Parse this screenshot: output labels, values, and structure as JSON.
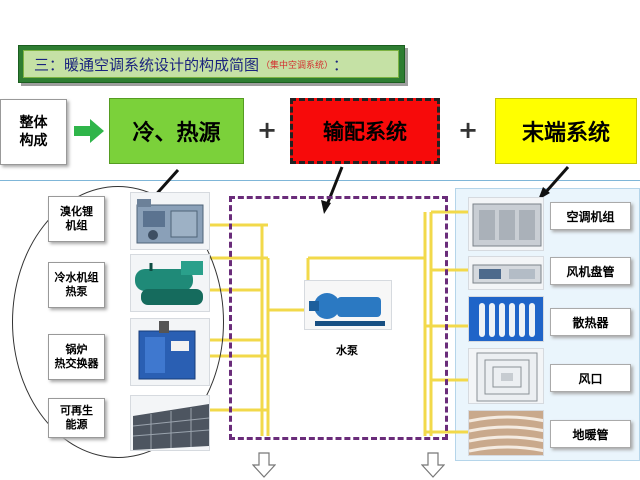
{
  "title": {
    "text": "三：暖通空调系统设计的构成简图",
    "note": "（集中空调系统）",
    "suffix": "："
  },
  "composition": {
    "label_line1": "整体",
    "label_line2": "构成",
    "heat_source": "冷、热源",
    "distribution": "输配系统",
    "terminal": "末端系统",
    "plus": "+"
  },
  "sources": [
    {
      "line1": "溴化锂",
      "line2": "机组",
      "icon": "chiller-icon"
    },
    {
      "line1": "冷水机组",
      "line2": "热泵",
      "icon": "heat-pump-icon"
    },
    {
      "line1": "锅炉",
      "line2": "热交换器",
      "icon": "boiler-icon"
    },
    {
      "line1": "可再生",
      "line2": "能源",
      "icon": "solar-panel-icon"
    }
  ],
  "pump": {
    "label": "水泵",
    "icon": "water-pump-icon"
  },
  "terminals": [
    {
      "label": "空调机组",
      "icon": "ahu-icon"
    },
    {
      "label": "风机盘管",
      "icon": "fan-coil-icon"
    },
    {
      "label": "散热器",
      "icon": "radiator-icon"
    },
    {
      "label": "风口",
      "icon": "air-vent-icon"
    },
    {
      "label": "地暖管",
      "icon": "floor-heating-icon"
    }
  ],
  "colors": {
    "heat_source_box": "#7bd13a",
    "distribution_box": "#f70a0a",
    "terminal_box": "#ffff00",
    "pipe": "#f2d94a",
    "dashed_border": "#6a2c7a",
    "title_bar": "#2e7d32"
  }
}
